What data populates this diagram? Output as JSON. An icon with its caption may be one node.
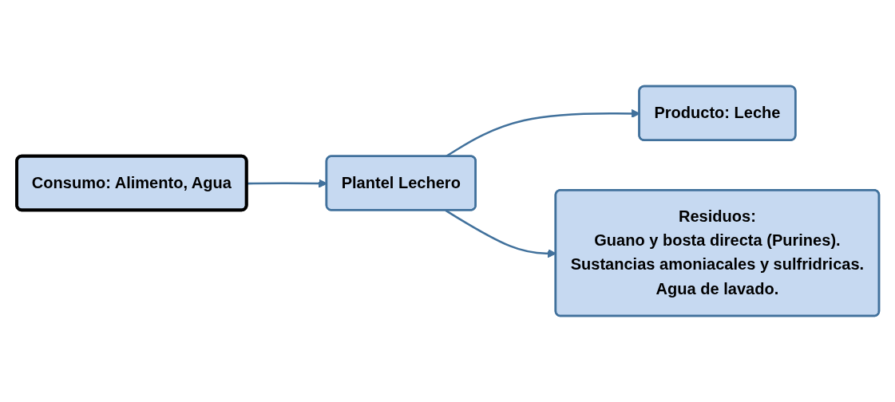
{
  "diagram": {
    "nodes": [
      {
        "text": [
          "Consumo: Alimento, Agua"
        ]
      },
      {
        "text": [
          "Plantel Lechero"
        ]
      },
      {
        "text": [
          "Producto: Leche"
        ]
      },
      {
        "text": [
          "Residuos:",
          "Guano y bosta  directa (Purines).",
          "Sustancias amoniacales y sulfridricas.",
          "Agua de lavado."
        ]
      }
    ],
    "edges": [
      {
        "from": 0,
        "to": 1,
        "arrow": "to"
      },
      {
        "from": 1,
        "to": 2,
        "arrow": "to"
      },
      {
        "from": 1,
        "to": 3,
        "arrow": "to"
      }
    ]
  }
}
